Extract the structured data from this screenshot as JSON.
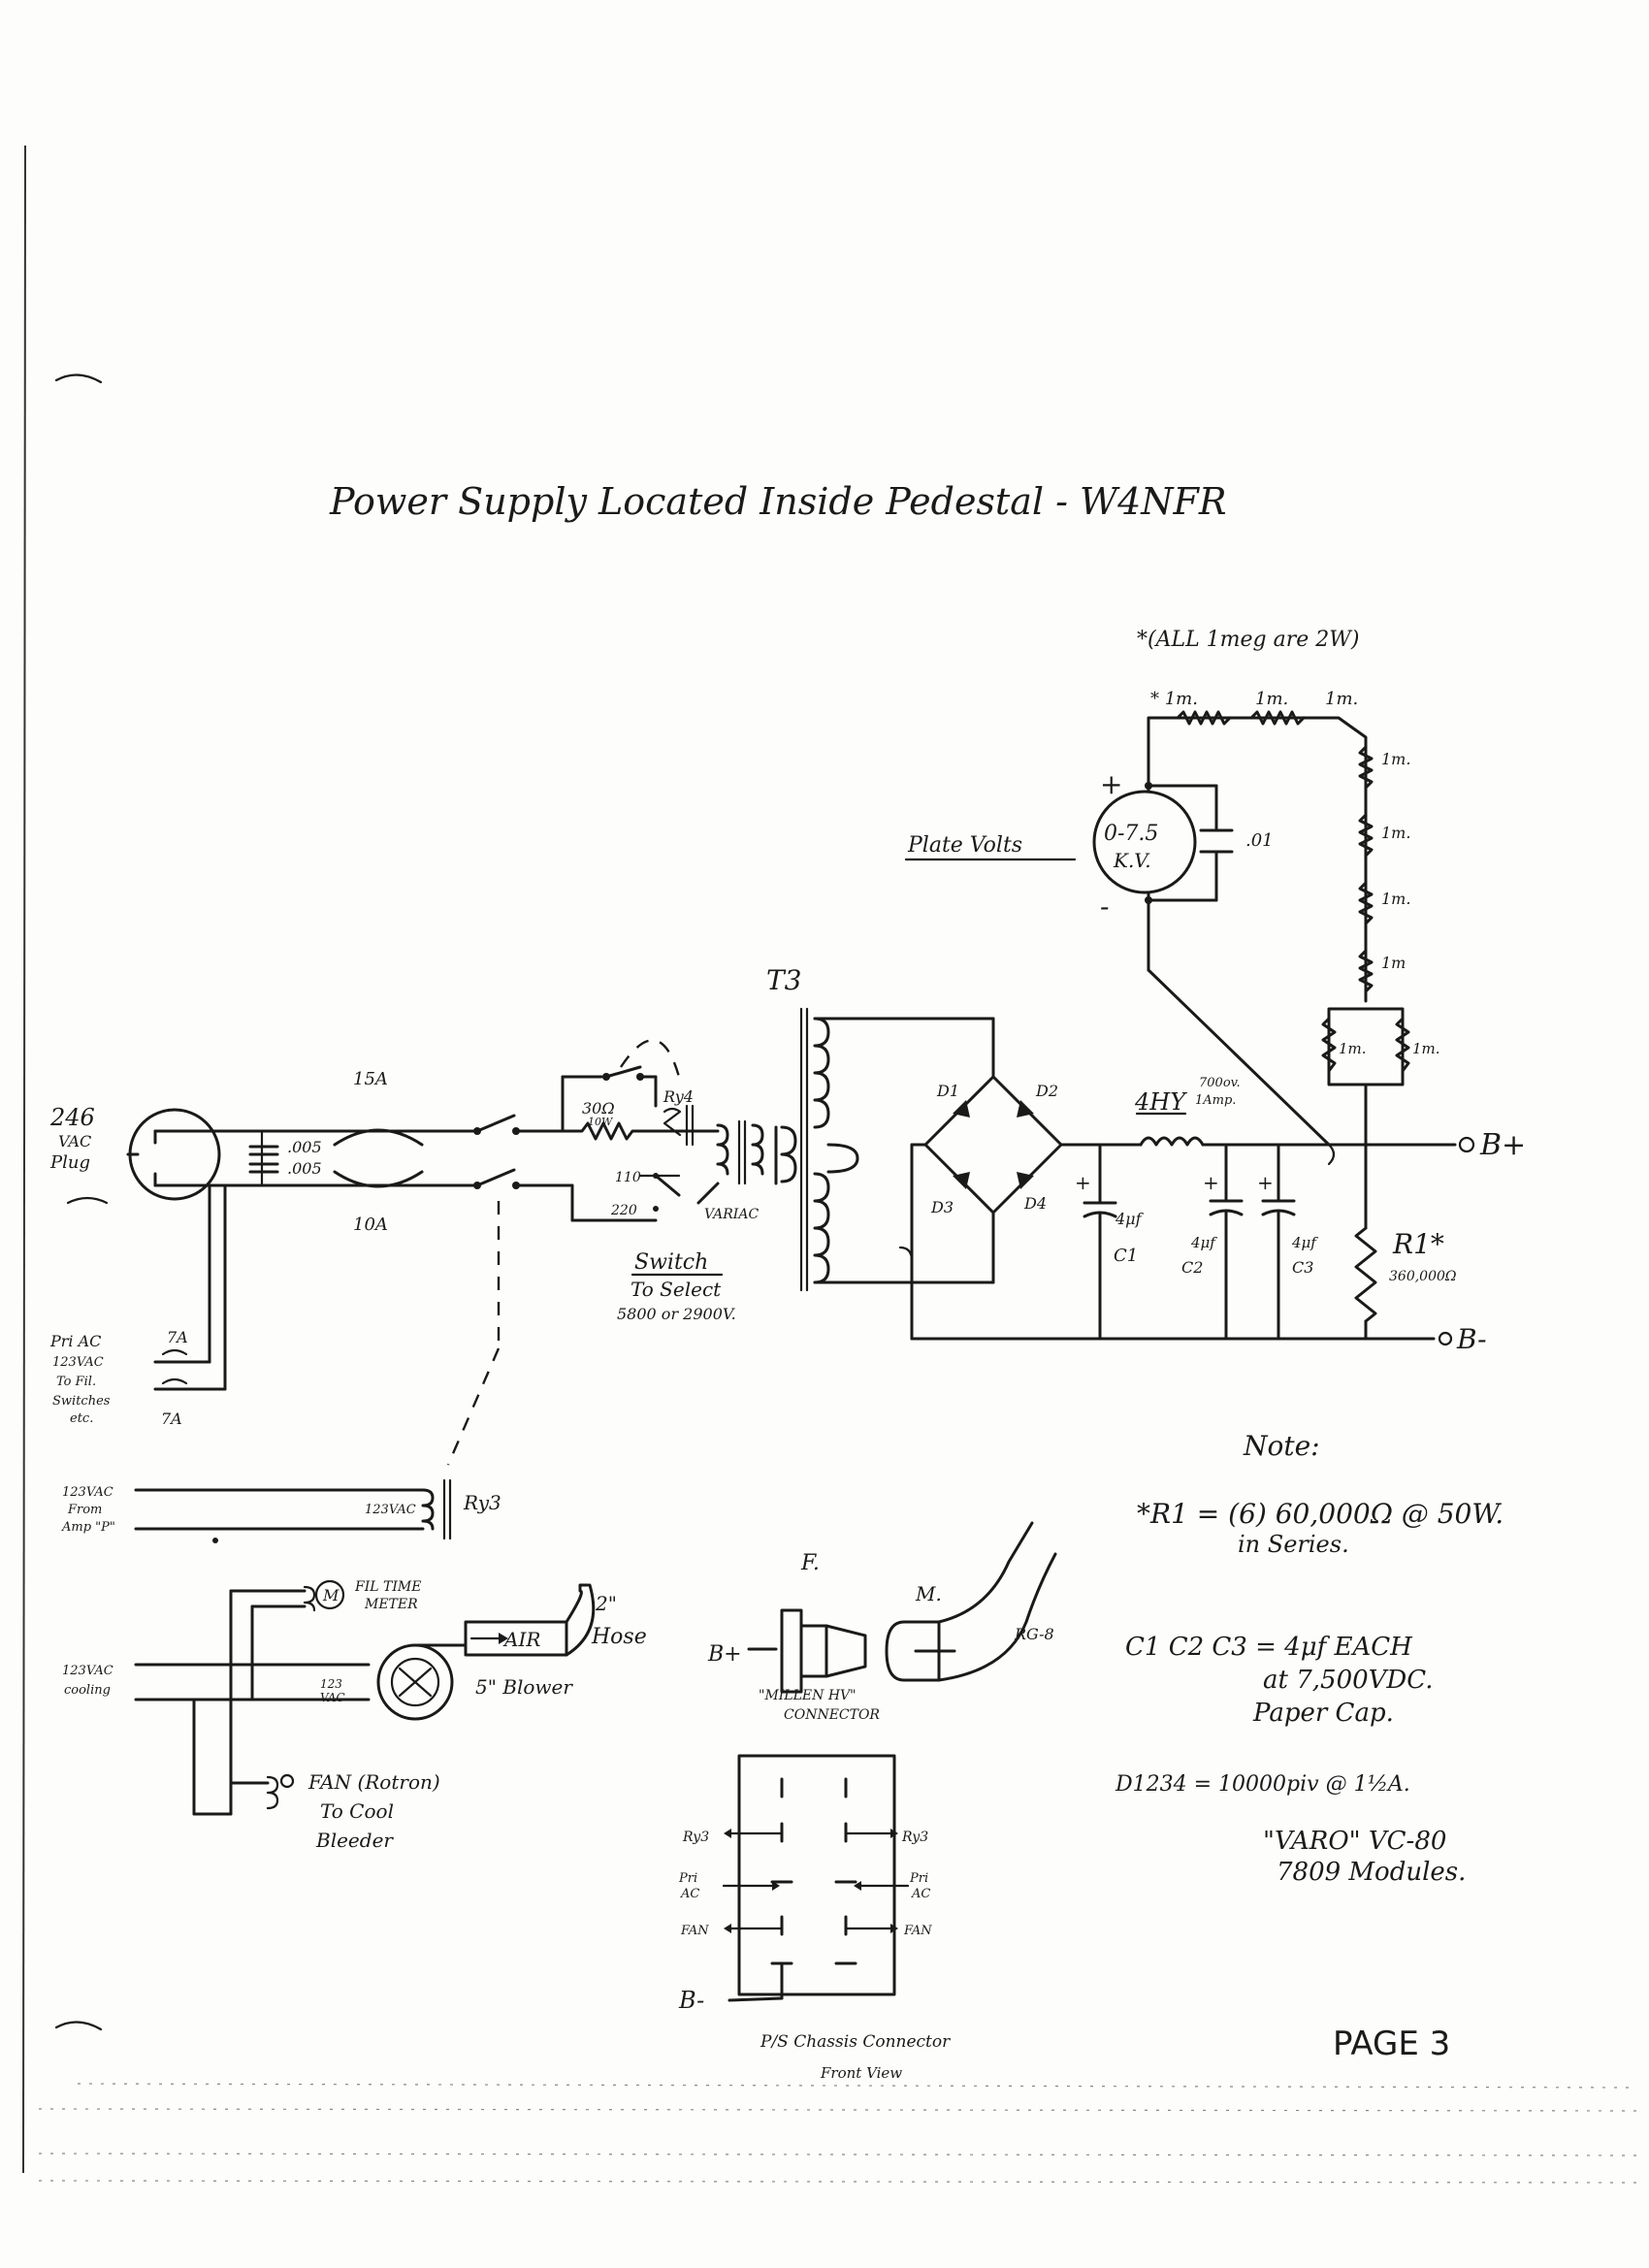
{
  "title": "Power Supply Located Inside Pedestal - W4NFR",
  "page_label": "PAGE 3",
  "plug": {
    "label_1": "246",
    "label_2": "VAC",
    "label_3": "Plug"
  },
  "caps_line": {
    "c_top": ".005",
    "c_bot": ".005"
  },
  "fuses": {
    "top": "15A",
    "bottom": "10A"
  },
  "relay4": {
    "resistor": "30Ω",
    "resistor_sub": "10W",
    "name": "Ry4"
  },
  "variac": {
    "label": "VARIAC",
    "tap_110": "110",
    "tap_220": "220"
  },
  "switch_note": {
    "title": "Switch",
    "line1": "To Select",
    "line2": "5800 or 2900V."
  },
  "transformer": {
    "name": "T3"
  },
  "diodes": {
    "d1": "D1",
    "d2": "D2",
    "d3": "D3",
    "d4": "D4"
  },
  "choke": {
    "value": "4HY",
    "rating1": "700ov.",
    "rating2": "1Amp."
  },
  "caps": {
    "c1_val": "4μf",
    "c1_name": "C1",
    "c2_val": "4μf",
    "c2_name": "C2",
    "c3_val": "4μf",
    "c3_name": "C3"
  },
  "outputs": {
    "b_plus": "B+",
    "b_minus": "B-"
  },
  "r1": {
    "name": "R1*",
    "value": "360,000Ω"
  },
  "bleeder": {
    "header_note": "*(ALL 1meg are 2W)",
    "top_labels": [
      "* 1m.",
      "1m.",
      "1m."
    ],
    "side_labels": [
      "1m.",
      "1m.",
      "1m.",
      "1m"
    ],
    "pair_labels": [
      "1m.",
      "1m."
    ]
  },
  "meter": {
    "label": "Plate Volts",
    "range_1": "0-7.5",
    "range_2": "K.V.",
    "cap": ".01",
    "plus": "+",
    "minus": "-"
  },
  "pri_ac": {
    "line1": "Pri AC",
    "line2": "123VAC",
    "line3": "To Fil.",
    "line4": "Switches",
    "line5": "etc.",
    "fuse_top": "7A",
    "fuse_bottom": "7A"
  },
  "ry3": {
    "in_1": "123VAC",
    "in_2": "From",
    "in_3": "Amp \"P\"",
    "coil": "123VAC",
    "name": "Ry3"
  },
  "cooling": {
    "in_1": "123VAC",
    "in_2": "cooling",
    "meter_symbol": "M",
    "meter_1": "FIL TIME",
    "meter_2": "METER",
    "blower_volt_1": "123",
    "blower_volt_2": "VAC",
    "blower": "5\" Blower",
    "air": "AIR",
    "hose_1": "2\"",
    "hose_2": "Hose",
    "fan_1": "FAN (Rotron)",
    "fan_2": "To Cool",
    "fan_3": "Bleeder"
  },
  "hv_connector": {
    "f": "F.",
    "m": "M.",
    "bplus": "B+",
    "cable": "RG-8",
    "name_1": "\"MILLEN HV\"",
    "name_2": "CONNECTOR"
  },
  "chassis_connector": {
    "ry3_l": "Ry3",
    "ry3_r": "Ry3",
    "pri_l_1": "Pri",
    "pri_l_2": "AC",
    "pri_r_1": "Pri",
    "pri_r_2": "AC",
    "fan_l": "FAN",
    "fan_r": "FAN",
    "b_minus": "B-",
    "caption_1": "P/S Chassis Connector",
    "caption_2": "Front View"
  },
  "notes": {
    "heading": "Note:",
    "r1_line1": "*R1 = (6) 60,000Ω @ 50W.",
    "r1_line2": "in Series.",
    "caps_line1": "C1 C2 C3 = 4μf EACH",
    "caps_line2": "at 7,500VDC.",
    "caps_line3": "Paper Cap.",
    "diode_line1": "D1234 = 10000piv @ 1½A.",
    "diode_line2": "\"VARO\" VC-80",
    "diode_line3": "7809 Modules."
  }
}
